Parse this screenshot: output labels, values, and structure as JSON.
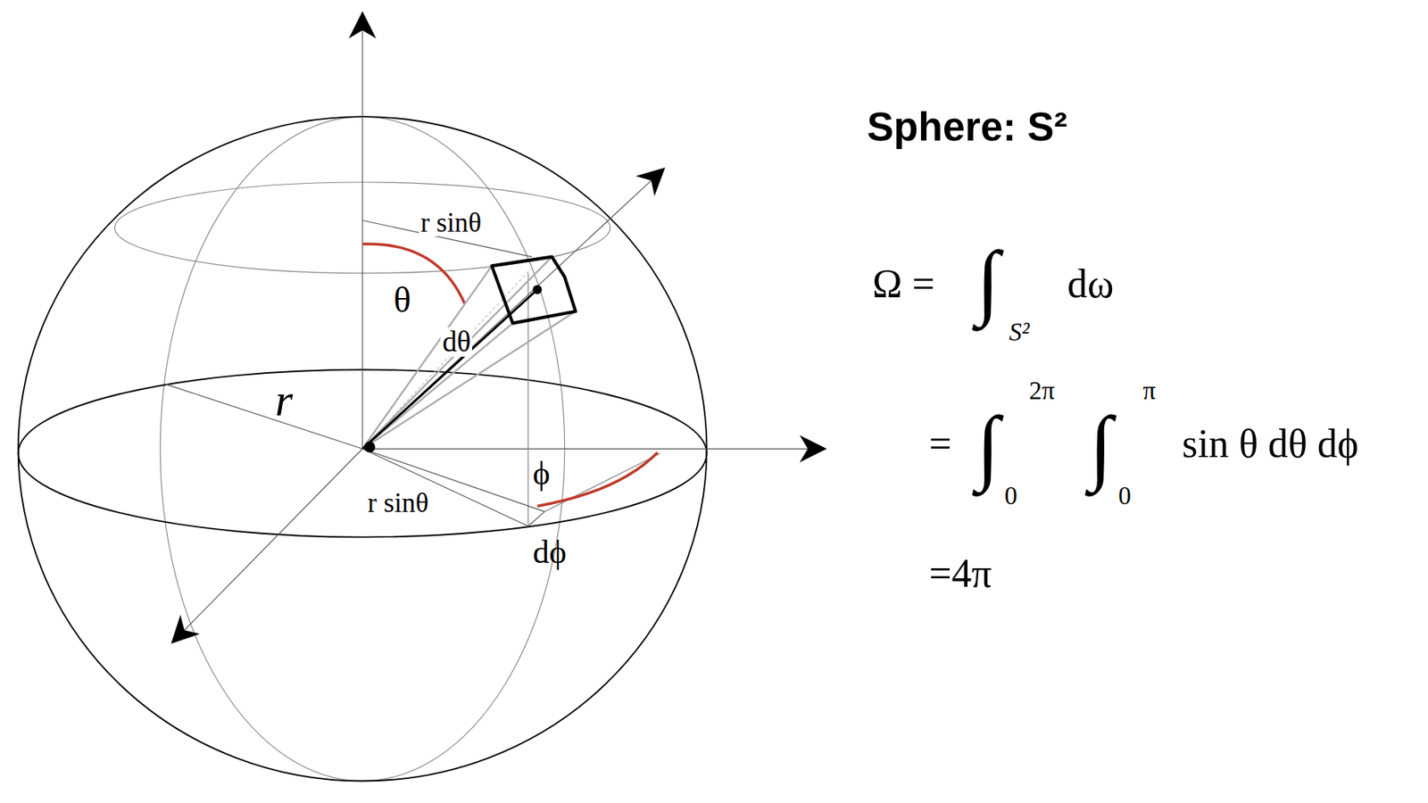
{
  "diagram": {
    "title": "Sphere: S²",
    "labels": [
      "r sinθ",
      "θ",
      "dθ",
      "r",
      "ϕ",
      "r sinθ",
      "dϕ",
      "Ω =",
      "∫",
      "S²",
      "dω",
      "=",
      "∫",
      "2π",
      "0",
      "∫",
      "π",
      "0",
      "sin θ dθ dϕ",
      "=4π"
    ]
  }
}
